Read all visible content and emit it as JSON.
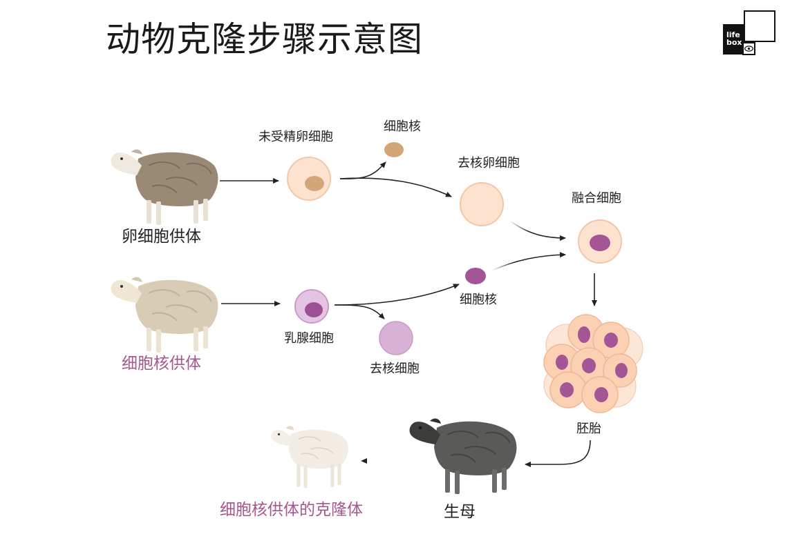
{
  "title": "动物克隆步骤示意图",
  "logo": {
    "line1": "life",
    "line2": "box"
  },
  "labels": {
    "egg_donor": "卵细胞供体",
    "nucleus_donor": "细胞核供体",
    "unfertilized_egg": "未受精卵细胞",
    "egg_nucleus": "细胞核",
    "enucleated_egg": "去核卵细胞",
    "fused_cell": "融合细胞",
    "mammary_cell": "乳腺细胞",
    "donor_nucleus": "细胞核",
    "enucleated_cell": "去核细胞",
    "embryo": "胚胎",
    "surrogate": "生母",
    "clone": "细胞核供体的克隆体"
  },
  "colors": {
    "egg_fill": "#fde3cf",
    "egg_stroke": "#f3c6a8",
    "egg_nucleus": "#d3a67a",
    "mammary_fill": "#e4c4e3",
    "mammary_nucleus": "#9c5093",
    "nucleus_purple": "#a45595",
    "label_purple": "#a6568f",
    "arrow": "#222222"
  }
}
